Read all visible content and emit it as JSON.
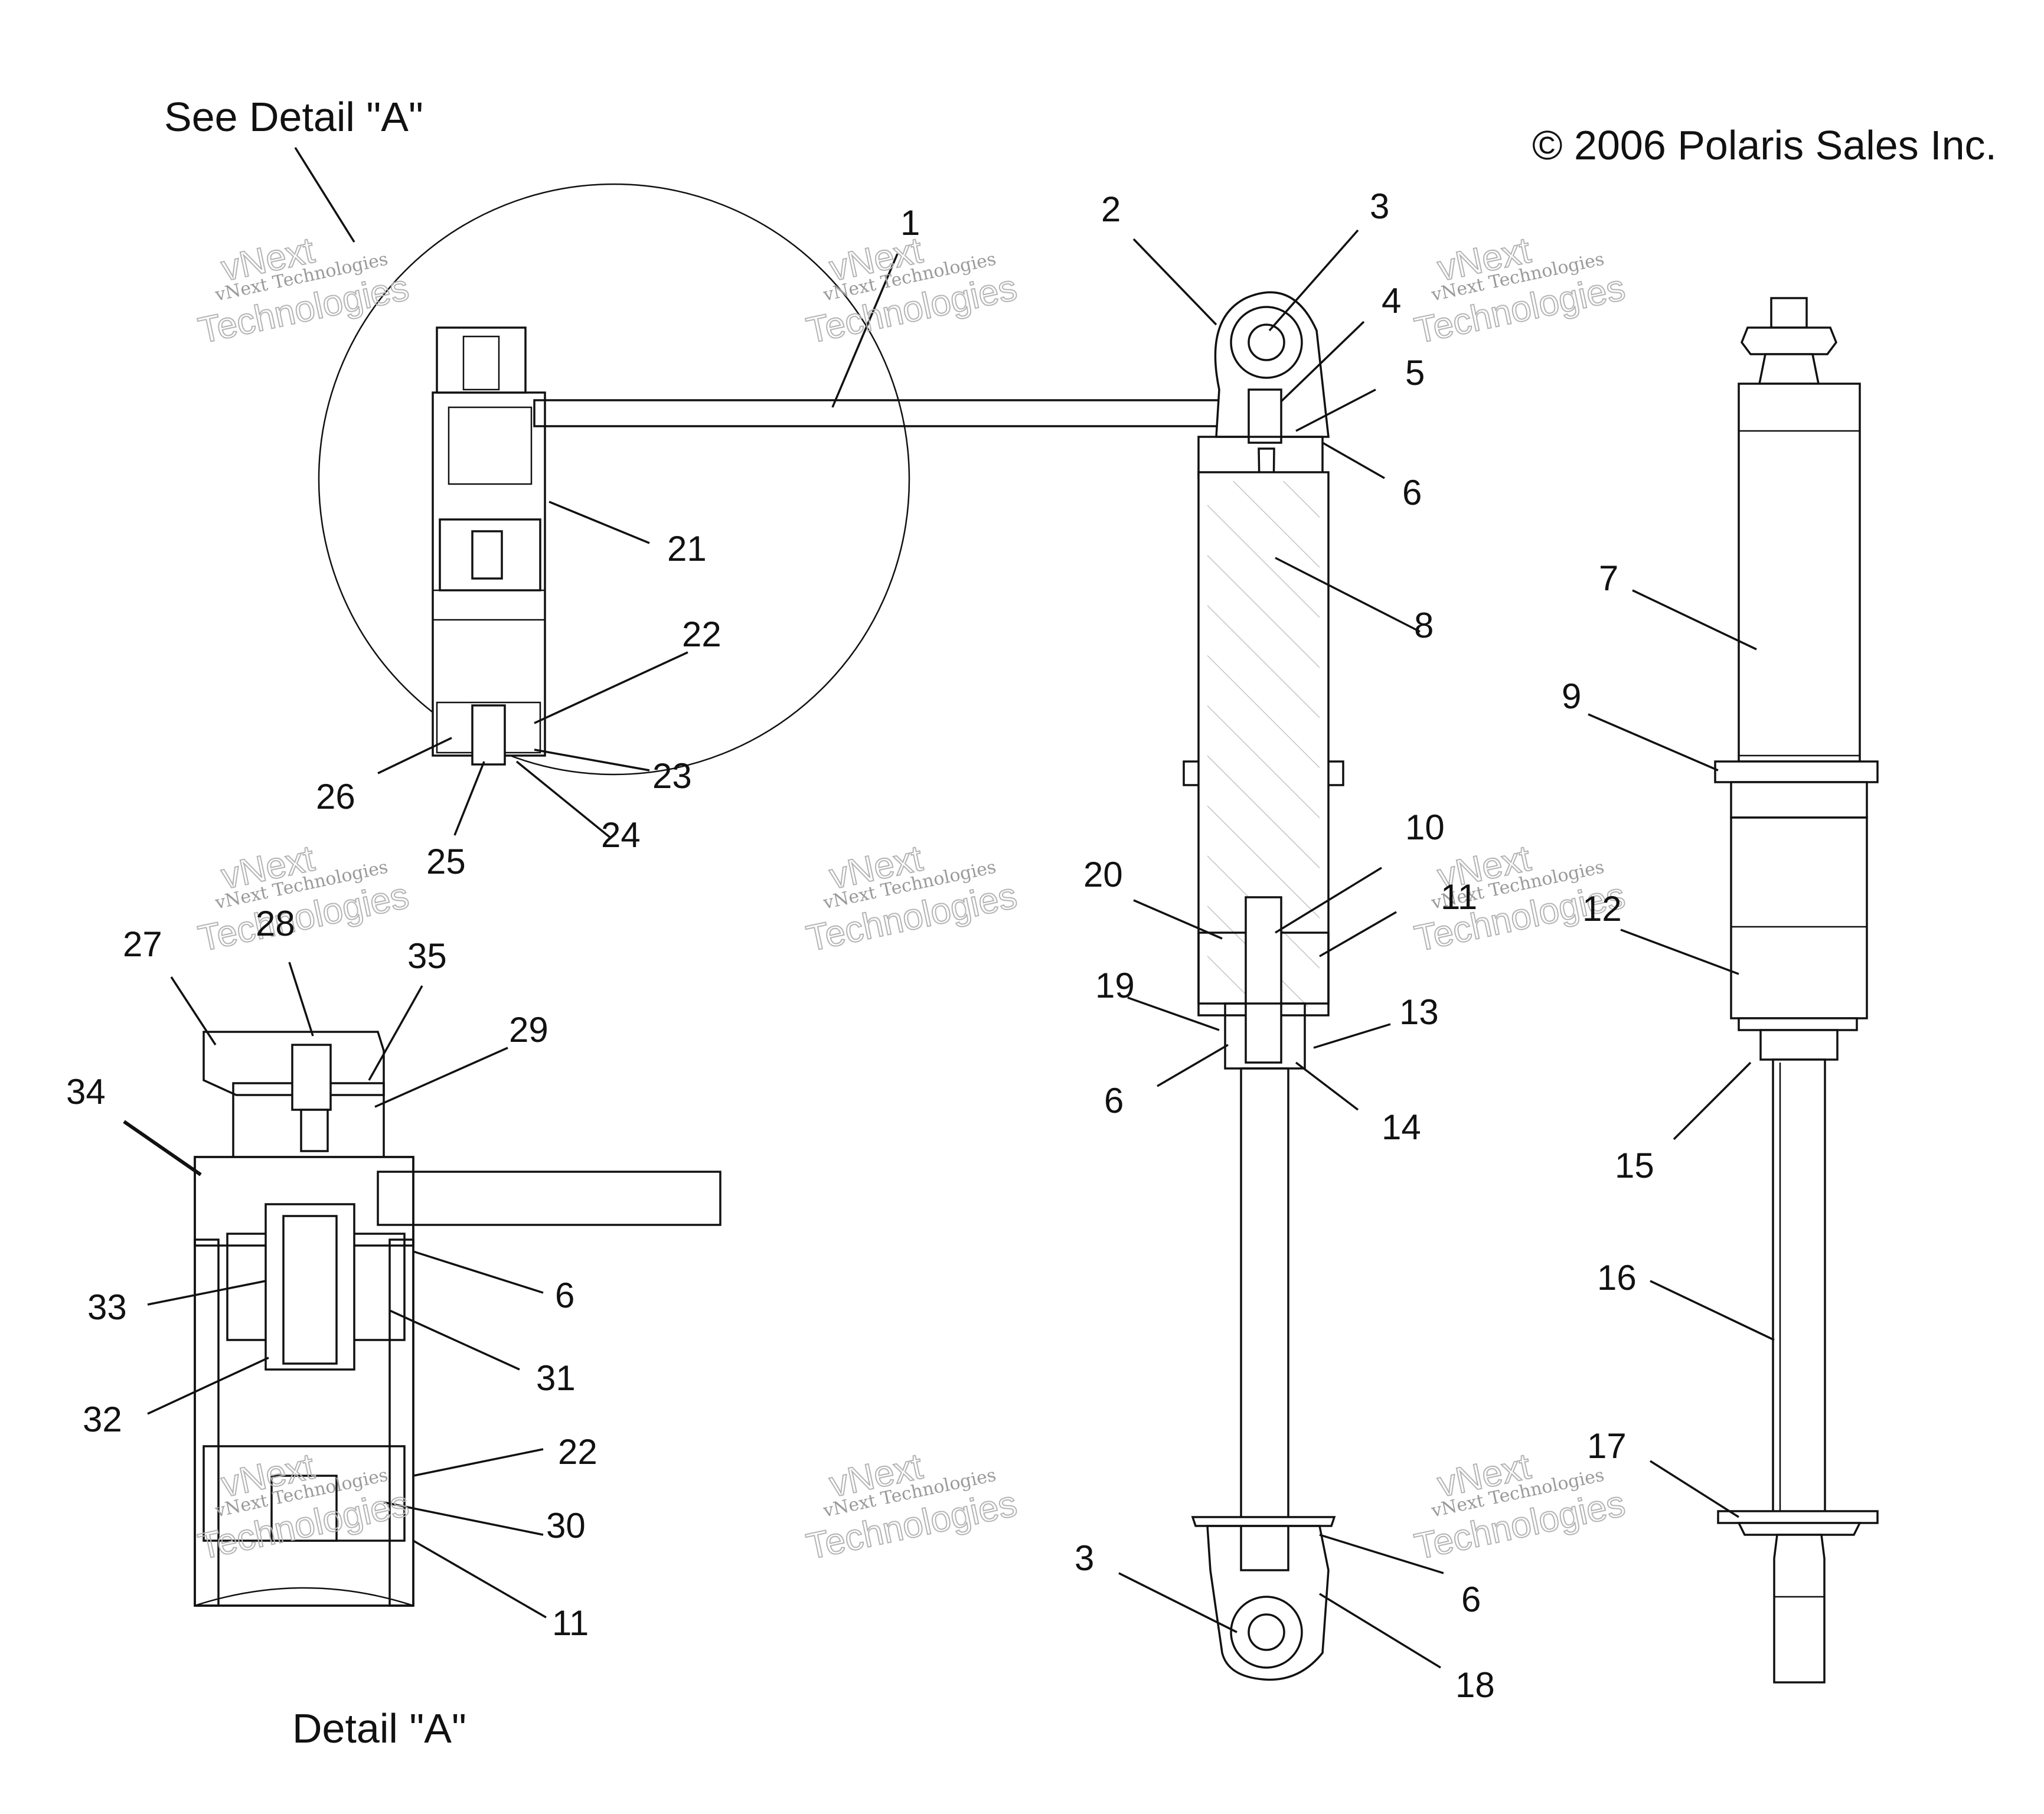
{
  "copyright": "© 2006 Polaris Sales Inc.",
  "see_detail": "See Detail \"A\"",
  "detail_caption": "Detail \"A\"",
  "watermark": {
    "line1": "vNext Technologies",
    "line2": "vNext",
    "line3": "Technologies"
  },
  "callouts": {
    "c1": "1",
    "c2": "2",
    "c3a": "3",
    "c3b": "3",
    "c4": "4",
    "c5": "5",
    "c6a": "6",
    "c6b": "6",
    "c6c": "6",
    "c6d": "6",
    "c7": "7",
    "c8": "8",
    "c9": "9",
    "c10": "10",
    "c11a": "11",
    "c11b": "11",
    "c12": "12",
    "c13": "13",
    "c14": "14",
    "c15": "15",
    "c16": "16",
    "c17": "17",
    "c18": "18",
    "c19": "19",
    "c20": "20",
    "c21": "21",
    "c22a": "22",
    "c22b": "22",
    "c23": "23",
    "c24": "24",
    "c25": "25",
    "c26": "26",
    "c27": "27",
    "c28": "28",
    "c29": "29",
    "c30": "30",
    "c31": "31",
    "c32": "32",
    "c33": "33",
    "c34": "34",
    "c35": "35"
  }
}
